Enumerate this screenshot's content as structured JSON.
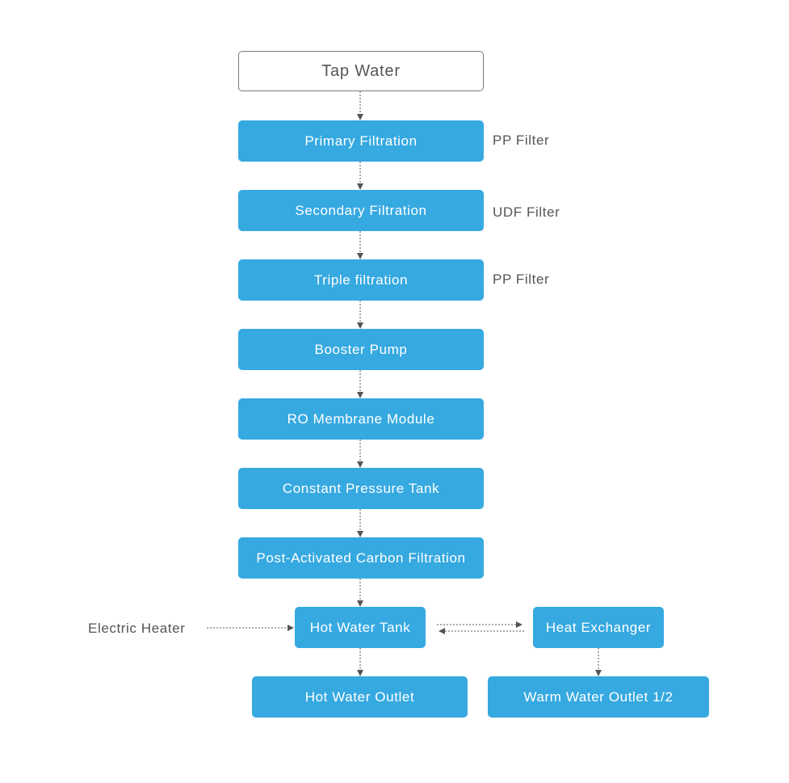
{
  "nodes": {
    "tap_water": "Tap Water",
    "primary_filtration": "Primary Filtration",
    "secondary_filtration": "Secondary Filtration",
    "triple_filtration": "Triple filtration",
    "booster_pump": "Booster Pump",
    "ro_membrane_module": "RO Membrane Module",
    "constant_pressure_tank": "Constant Pressure Tank",
    "post_activated_carbon": "Post-Activated Carbon Filtration",
    "hot_water_tank": "Hot Water Tank",
    "heat_exchanger": "Heat Exchanger",
    "hot_water_outlet": "Hot Water Outlet",
    "warm_water_outlet": "Warm Water Outlet 1/2"
  },
  "labels": {
    "primary_filter": "PP Filter",
    "secondary_filter": "UDF Filter",
    "triple_filter": "PP Filter",
    "electric_heater": "Electric Heater"
  },
  "colors": {
    "process_box": "#36a9e1",
    "process_text": "#ffffff",
    "start_border": "#7a7a7a",
    "label_text": "#555555",
    "connector": "#555555"
  }
}
